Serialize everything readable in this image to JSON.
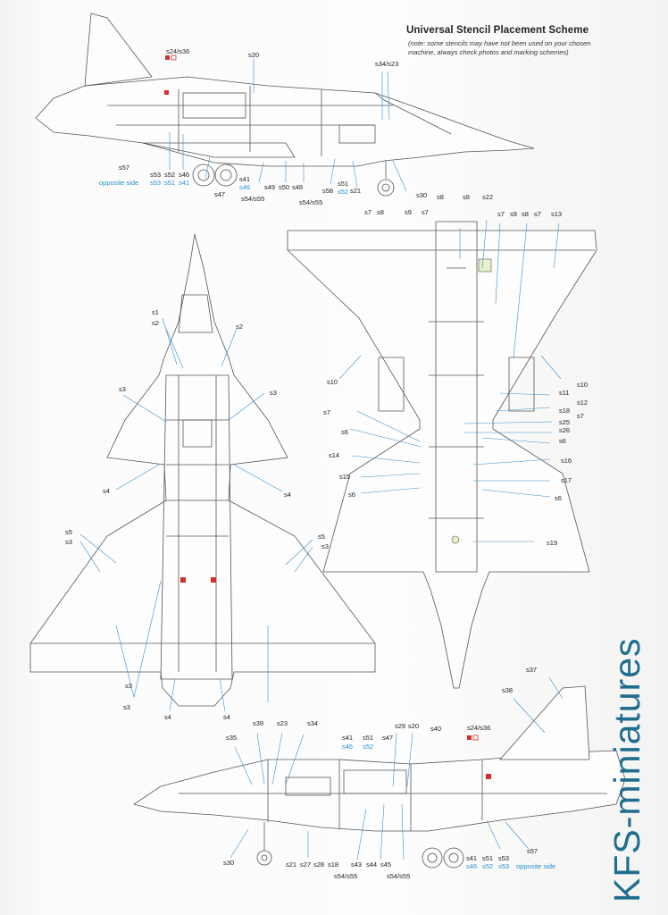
{
  "header": {
    "title": "Universal Stencil Placement Scheme",
    "note": "(note: some stencils may have not been used on your chosen machine, always check photos and marking schemes)"
  },
  "brand": "KFS-miniatures",
  "colors": {
    "label_blue": "#2a8fd0",
    "brand_blue": "#1f6d8f",
    "leader_line": "#3a8fcf",
    "stencil_red": "#d32f2f"
  },
  "side_top": {
    "labels": [
      "s24/s36",
      "s20",
      "s34/s23",
      "s57",
      "s53",
      "s52",
      "s46",
      "s41",
      "s46",
      "s49",
      "s50",
      "s48",
      "s58",
      "s51",
      "s52",
      "s21",
      "s30",
      "s47",
      "s54/s55",
      "s54/s55"
    ],
    "opposite_side": "opposite side",
    "opposite_labels": [
      "s53",
      "s51",
      "s41"
    ]
  },
  "plan_top": {
    "labels": [
      "s1",
      "s2",
      "s2",
      "s3",
      "s3",
      "s4",
      "s4",
      "s5",
      "s3",
      "s5",
      "s3",
      "s3",
      "s3",
      "s4",
      "s4"
    ]
  },
  "plan_bottom": {
    "labels": [
      "s8",
      "s8",
      "s22",
      "s7",
      "s8",
      "s9",
      "s7",
      "s7",
      "s9",
      "s8",
      "s7",
      "s13",
      "s10",
      "s10",
      "s11",
      "s12",
      "s18",
      "s7",
      "s25",
      "s26",
      "s6",
      "s7",
      "s6",
      "s14",
      "s16",
      "s15",
      "s17",
      "s6",
      "s6",
      "s19"
    ]
  },
  "side_bottom": {
    "labels": [
      "s37",
      "s38",
      "s24/s36",
      "s39",
      "s23",
      "s34",
      "s41",
      "s46",
      "s51",
      "s52",
      "s47",
      "s29",
      "s20",
      "s40",
      "s35",
      "s30",
      "s21",
      "s27",
      "s28",
      "s18",
      "s43",
      "s44",
      "s45",
      "s54/s55",
      "s54/s55",
      "s41",
      "s46",
      "s51",
      "s52",
      "s53",
      "s53",
      "s57"
    ],
    "opposite_side": "opposite side"
  }
}
